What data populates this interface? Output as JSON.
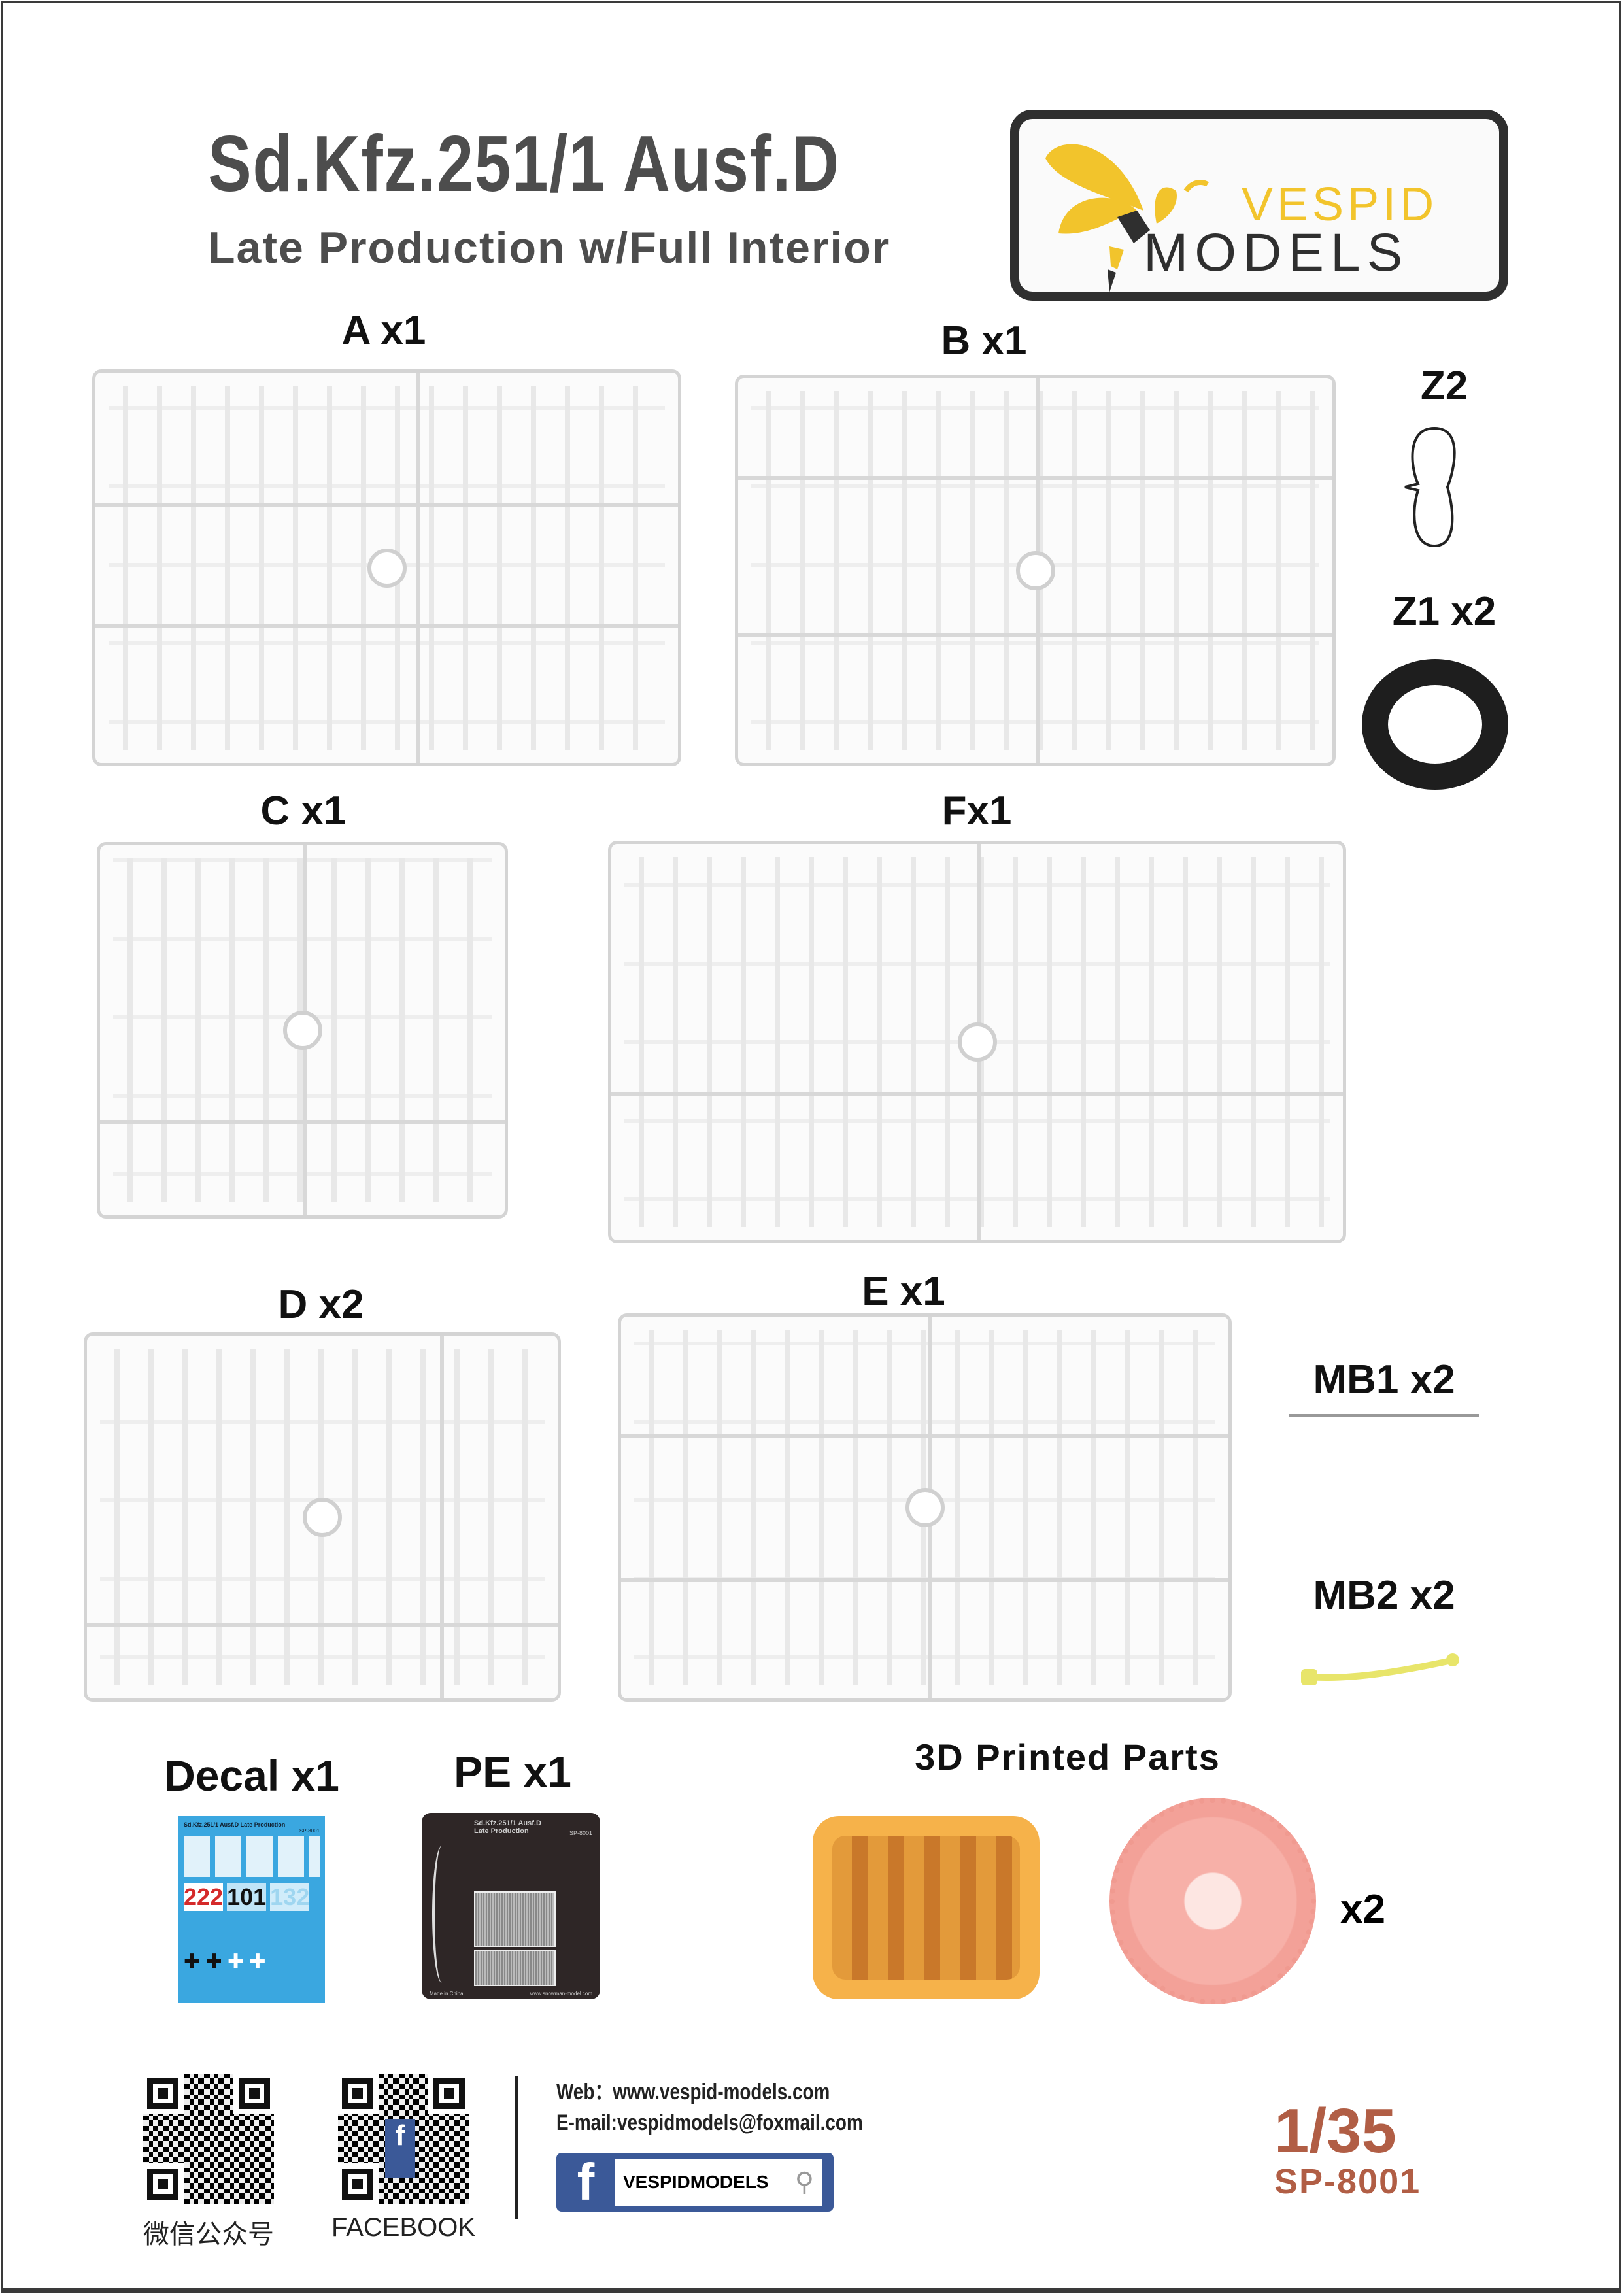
{
  "header": {
    "title": "Sd.Kfz.251/1 Ausf.D",
    "subtitle": "Late Production w/Full Interior"
  },
  "logo": {
    "top": "VESPID",
    "bottom": "MODELS",
    "colors": {
      "yellow": "#f2c42c",
      "dark": "#2f2f2f"
    }
  },
  "sprues": {
    "A": "A x1",
    "B": "B x1",
    "C": "C x1",
    "F": "Fx1",
    "D": "D x2",
    "E": "E x1"
  },
  "extras": {
    "z2": "Z2",
    "z1": "Z1 x2",
    "mb1": "MB1 x2",
    "mb2": "MB2 x2"
  },
  "decal": {
    "label": "Decal x1",
    "sheet_title": "Sd.Kfz.251/1 Ausf.D Late Production",
    "code": "SP-8001",
    "numbers": [
      "222",
      "101",
      "132"
    ],
    "color": "#3aa7e0"
  },
  "pe": {
    "label": "PE x1",
    "title": "Sd.Kfz.251/1 Ausf.D",
    "subtitle": "Late Production",
    "code": "SP-8001",
    "made": "Made in China",
    "url": "www.snowman-model.com"
  },
  "printed": {
    "label": "3D Printed Parts",
    "multiplier": "x2",
    "colors": {
      "orange": "#f6b24a",
      "pink": "#f7b0a8"
    }
  },
  "footer": {
    "qr1_label": "微信公众号",
    "qr2_label": "FACEBOOK",
    "web": "Web：www.vespid-models.com",
    "email": "E-mail:vespidmodels@foxmail.com",
    "fb_name": "VESPIDMODELS",
    "scale": "1/35",
    "code": "SP-8001",
    "accent": "#b15e45"
  }
}
